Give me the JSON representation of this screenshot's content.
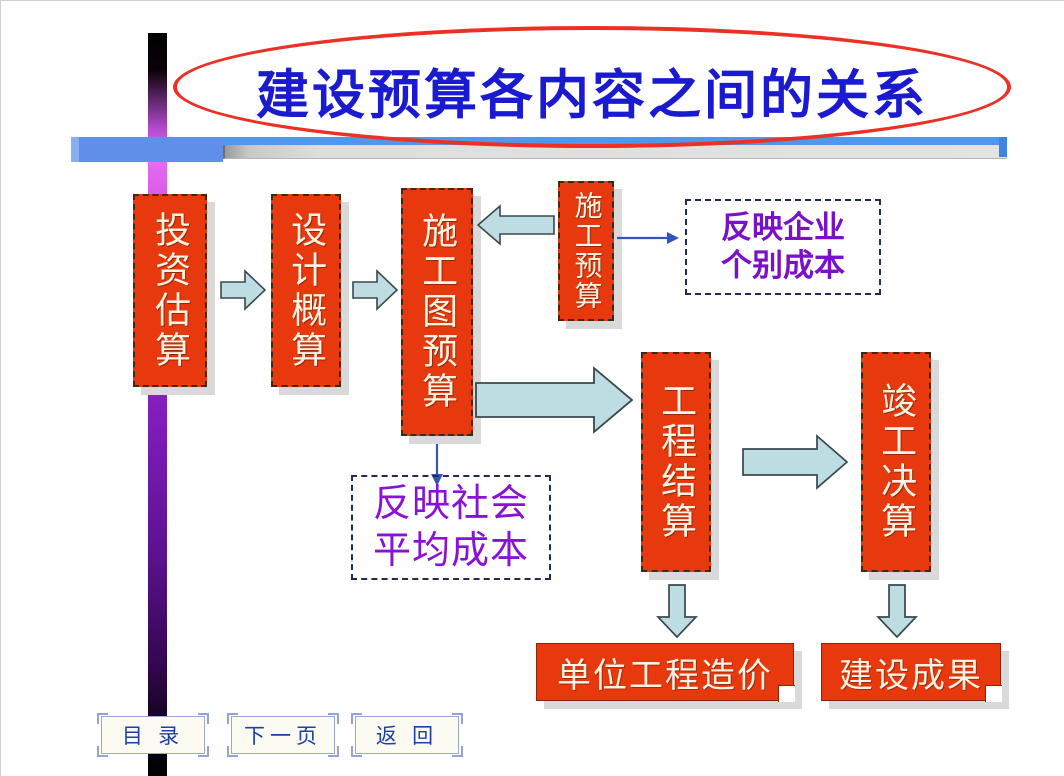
{
  "slide": {
    "title": "建设预算各内容之间的关系",
    "title_color": "#1a1ad0",
    "ellipse_color": "#ec3024",
    "box_color": "#e8380d",
    "callout_color": "#7a10c8",
    "arrow_color": "#bddde3",
    "connector_color": "#3355bb"
  },
  "process_boxes": [
    {
      "id": "touzi-gusuan",
      "label": "投资估算"
    },
    {
      "id": "sheji-gaisuan",
      "label": "设计概算"
    },
    {
      "id": "shigongtu-yusuan",
      "label": "施工图预算"
    },
    {
      "id": "shigong-yusuan",
      "label": "施工预算"
    },
    {
      "id": "gongcheng-jiesuan",
      "label": "工程结算"
    },
    {
      "id": "jungong-juesuan",
      "label": "竣工决算"
    }
  ],
  "result_boxes": [
    {
      "id": "danwei-gongcheng-zaojia",
      "label": "单位工程造价"
    },
    {
      "id": "jianshe-chengguo",
      "label": "建设成果"
    }
  ],
  "callouts": [
    {
      "id": "qiye-chengben",
      "line1": "反映企业",
      "line2": "个别成本"
    },
    {
      "id": "shehui-chengben",
      "line1": "反映社会",
      "line2": "平均成本"
    }
  ],
  "nav": {
    "buttons": [
      {
        "id": "contents",
        "label": "目  录"
      },
      {
        "id": "next-page",
        "label": "下一页"
      },
      {
        "id": "back",
        "label": "返  回"
      }
    ]
  }
}
